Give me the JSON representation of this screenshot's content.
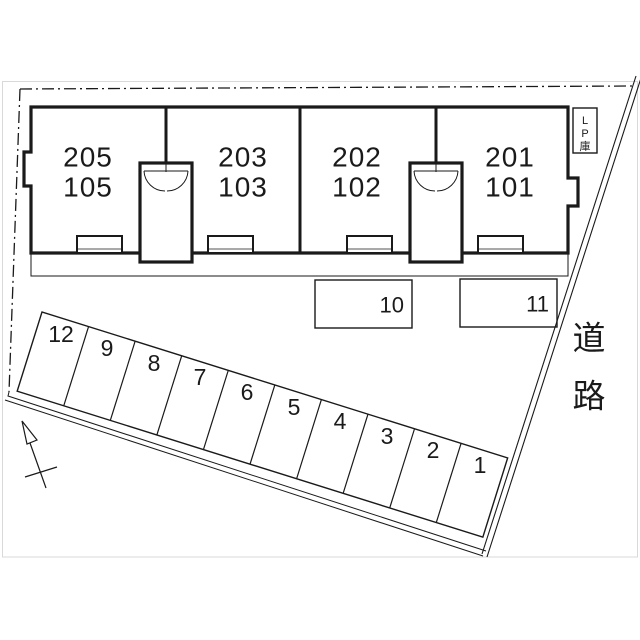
{
  "plan": {
    "type": "apartment-site-parking-plan",
    "building": {
      "units": [
        {
          "upper": "205",
          "lower": "105"
        },
        {
          "upper": "203",
          "lower": "103"
        },
        {
          "upper": "202",
          "lower": "102"
        },
        {
          "upper": "201",
          "lower": "101"
        }
      ],
      "lp_storage": {
        "char1": "L",
        "char2": "P",
        "char3": "庫"
      }
    },
    "parking": {
      "wide_slots": [
        {
          "label": "10"
        },
        {
          "label": "11"
        }
      ],
      "row_slots": [
        {
          "label": "12"
        },
        {
          "label": "9"
        },
        {
          "label": "8"
        },
        {
          "label": "7"
        },
        {
          "label": "6"
        },
        {
          "label": "5"
        },
        {
          "label": "4"
        },
        {
          "label": "3"
        },
        {
          "label": "2"
        },
        {
          "label": "1"
        }
      ]
    },
    "road": {
      "char1": "道",
      "char2": "路"
    },
    "colors": {
      "line": "#1a1a1a",
      "frame": "#d9d9d9",
      "background": "#ffffff"
    }
  }
}
